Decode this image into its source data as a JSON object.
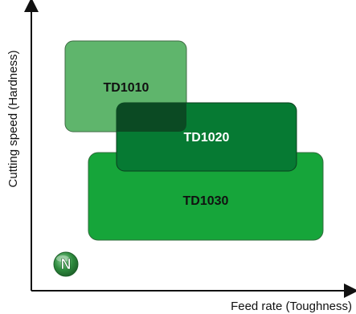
{
  "axes": {
    "y_label": "Cutting speed (Hardness)",
    "x_label": "Feed rate (Toughness)"
  },
  "grades": [
    {
      "label": "TD1030",
      "fill": "#16a53a",
      "stroke": "#2f6b3b",
      "label_color": "#111111"
    },
    {
      "label": "TD1010",
      "fill": "#5fb56c",
      "stroke": "#3f6b44",
      "label_color": "#111111"
    },
    {
      "label": "TD1020",
      "fill": "#067a33",
      "stroke": "#0b3f1e",
      "label_color": "#ffffff"
    }
  ],
  "overlap_fill": "#0b4a23",
  "logo": {
    "text": "N",
    "icon": "n-badge-icon",
    "color": "#2e8b3e"
  },
  "colors": {
    "axis": "#111111",
    "background": "#ffffff"
  }
}
